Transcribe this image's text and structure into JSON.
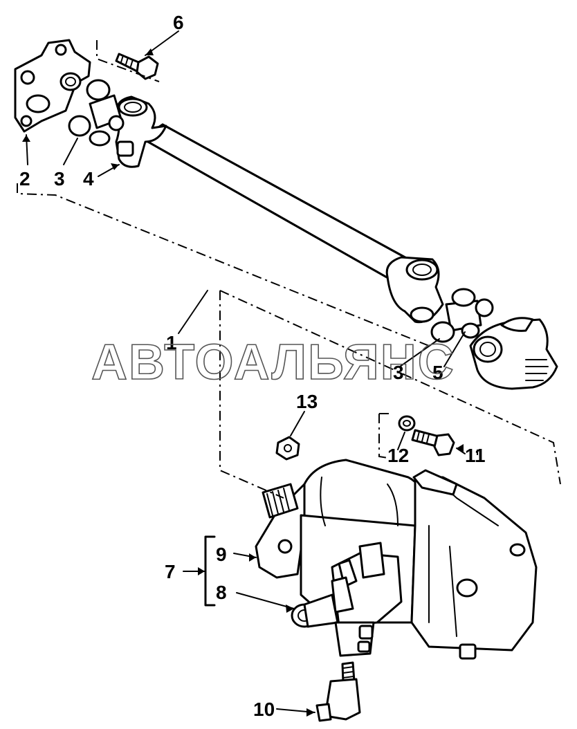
{
  "callouts": {
    "c1": "1",
    "c2": "2",
    "c3a": "3",
    "c3b": "3",
    "c4": "4",
    "c5": "5",
    "c6": "6",
    "c7": "7",
    "c8": "8",
    "c9": "9",
    "c10": "10",
    "c11": "11",
    "c12": "12",
    "c13": "13"
  },
  "watermark": "АВТОАЛЬЯНС"
}
